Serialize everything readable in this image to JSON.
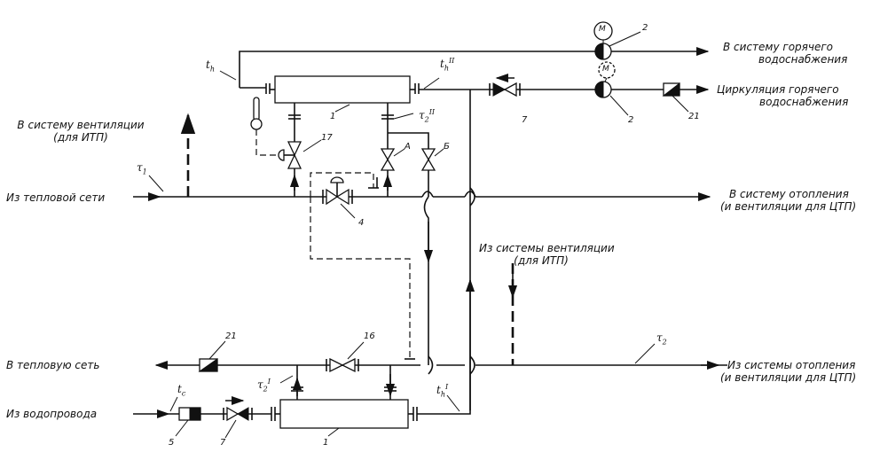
{
  "labels": {
    "to_hot_water": [
      "В систему горячего",
      "водоснабжения"
    ],
    "hot_water_circulation": [
      "Циркуляция горячего",
      "водоснабжения"
    ],
    "to_ventilation_itp": [
      "В систему вентиляции",
      "(для ИТП)"
    ],
    "from_heat_network": "Из тепловой сети",
    "to_heating": [
      "В систему отопления",
      "(и вентиляции для ЦТП)"
    ],
    "from_ventilation_itp": [
      "Из системы вентиляции",
      "(для ИТП)"
    ],
    "to_heat_network": "В тепловую сеть",
    "from_heating": [
      "Из системы отопления",
      "(и вентиляции для ЦТП)"
    ],
    "from_water_supply": "Из водопровода"
  },
  "symbols": {
    "th": {
      "base": "t",
      "sub": "h"
    },
    "th2": {
      "base": "t",
      "sub": "h",
      "sup": "II"
    },
    "th1": {
      "base": "t",
      "sub": "h",
      "sup": "I"
    },
    "tau1": {
      "base": "τ",
      "sub": "1"
    },
    "tau2": {
      "base": "τ",
      "sub": "2"
    },
    "tau22": {
      "base": "τ",
      "sub": "2",
      "sup": "II"
    },
    "tau21": {
      "base": "τ",
      "sub": "2",
      "sup": "I"
    },
    "tc": {
      "base": "t",
      "sub": "c"
    }
  },
  "numbers": {
    "pump_upper": "2",
    "pump_lower": "2",
    "motor_upper": "М",
    "motor_lower": "М",
    "valve_7_upper": "7",
    "valve_7_lower": "7",
    "meter_21_upper": "21",
    "meter_21_lower": "21",
    "hx_upper": "1",
    "hx_lower": "1",
    "valve_17": "17",
    "valve_4": "4",
    "valve_16": "16",
    "filter_5": "5",
    "valve_A": "А",
    "valve_B": "Б"
  }
}
